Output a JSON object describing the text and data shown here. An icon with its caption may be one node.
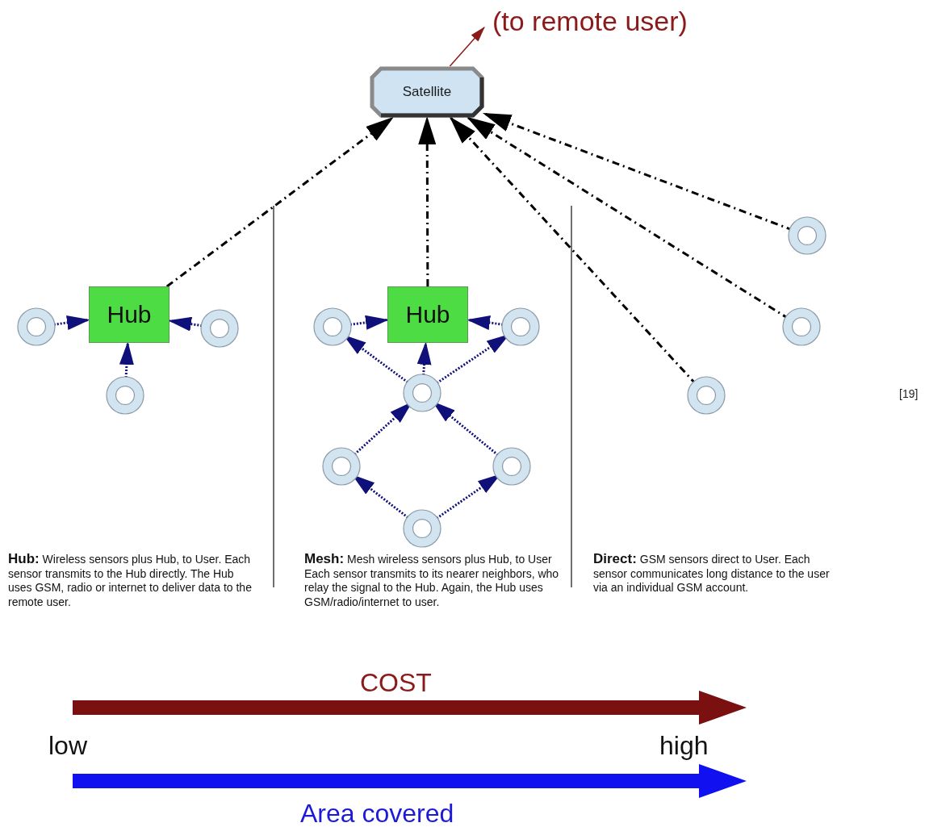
{
  "diagram": {
    "nodes": [
      {
        "text": [
          "Satellite"
        ]
      },
      {
        "text": [
          "(to remote user)"
        ]
      },
      {
        "text": [
          "Hub"
        ]
      },
      {
        "text": [],
        "shape": "circle"
      },
      {
        "text": [],
        "shape": "circle"
      },
      {
        "text": [],
        "shape": "circle"
      },
      {
        "text": [
          "Hub"
        ]
      },
      {
        "text": [],
        "shape": "circle"
      },
      {
        "text": [],
        "shape": "circle"
      },
      {
        "text": [],
        "shape": "circle"
      },
      {
        "text": [],
        "shape": "circle"
      },
      {
        "text": [],
        "shape": "circle"
      },
      {
        "text": [],
        "shape": "circle"
      },
      {
        "text": [],
        "shape": "circle"
      },
      {
        "text": [],
        "shape": "circle"
      },
      {
        "text": [],
        "shape": "circle"
      }
    ],
    "edges": [
      {
        "from": 0,
        "to": 1,
        "arrow": "to",
        "color": "#8b1a1a"
      },
      {
        "from": 2,
        "to": 0,
        "arrow": "to",
        "style": "dashed",
        "color": "#000000"
      },
      {
        "from": 6,
        "to": 0,
        "arrow": "to",
        "style": "dashed",
        "color": "#000000"
      },
      {
        "from": 13,
        "to": 0,
        "arrow": "to",
        "style": "dashed",
        "color": "#000000"
      },
      {
        "from": 14,
        "to": 0,
        "arrow": "to",
        "style": "dashed",
        "color": "#000000"
      },
      {
        "from": 15,
        "to": 0,
        "arrow": "to",
        "style": "dashed",
        "color": "#000000"
      },
      {
        "from": 3,
        "to": 2,
        "arrow": "to",
        "style": "dashed"
      },
      {
        "from": 4,
        "to": 2,
        "arrow": "to",
        "style": "dashed"
      },
      {
        "from": 5,
        "to": 2,
        "arrow": "to",
        "style": "dashed"
      },
      {
        "from": 7,
        "to": 6,
        "arrow": "to",
        "style": "dashed"
      },
      {
        "from": 8,
        "to": 6,
        "arrow": "to",
        "style": "dashed"
      },
      {
        "from": 9,
        "to": 6,
        "arrow": "to",
        "style": "dashed"
      },
      {
        "from": 9,
        "to": 7,
        "arrow": "to",
        "style": "dashed"
      },
      {
        "from": 9,
        "to": 8,
        "arrow": "to",
        "style": "dashed"
      },
      {
        "from": 10,
        "to": 9,
        "arrow": "to",
        "style": "dashed"
      },
      {
        "from": 11,
        "to": 9,
        "arrow": "to",
        "style": "dashed"
      },
      {
        "from": 12,
        "to": 10,
        "arrow": "to",
        "style": "dashed"
      },
      {
        "from": 12,
        "to": 11,
        "arrow": "to",
        "style": "dashed"
      }
    ],
    "labels": [
      "[19]",
      "**Hub:** Wireless sensors plus Hub, to User. Each sensor transmits to the Hub directly. The Hub uses GSM, radio or internet to deliver data to the remote user.",
      "**Mesh:** Mesh wireless sensors plus Hub, to User  Each sensor transmits to its nearer neighbors, who relay the signal to the Hub.  Again, the Hub uses GSM/radio/internet to user.",
      "**Direct:** GSM sensors direct to User.  Each sensor communicates long distance to the user via an individual GSM account.",
      "COST",
      "low",
      "high",
      "Area covered"
    ]
  }
}
